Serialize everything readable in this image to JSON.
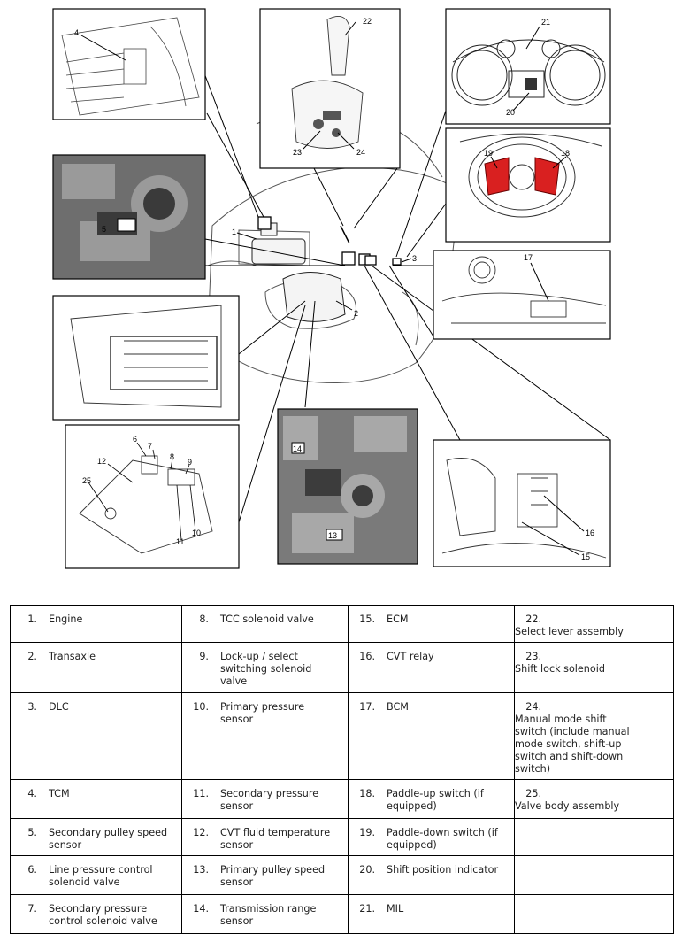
{
  "callouts": {
    "c1": "1",
    "c2": "2",
    "c3": "3",
    "c4": "4",
    "c5": "5",
    "c6": "6",
    "c7": "7",
    "c8": "8",
    "c9": "9",
    "c10": "10",
    "c11": "11",
    "c12": "12",
    "c13": "13",
    "c14": "14",
    "c15": "15",
    "c16": "16",
    "c17": "17",
    "c18": "18",
    "c19": "19",
    "c20": "20",
    "c21": "21",
    "c22": "22",
    "c23": "23",
    "c24": "24",
    "c25": "25"
  },
  "legend": {
    "rows": [
      [
        {
          "num": "1.",
          "text": "Engine"
        },
        {
          "num": "8.",
          "text": "TCC solenoid valve"
        },
        {
          "num": "15.",
          "text": "ECM"
        },
        {
          "num": "22.",
          "text": "Select lever assembly"
        }
      ],
      [
        {
          "num": "2.",
          "text": "Transaxle"
        },
        {
          "num": "9.",
          "text": "Lock-up / select switching solenoid valve"
        },
        {
          "num": "16.",
          "text": "CVT relay"
        },
        {
          "num": "23.",
          "text": "Shift lock solenoid"
        }
      ],
      [
        {
          "num": "3.",
          "text": "DLC"
        },
        {
          "num": "10.",
          "text": "Primary pressure sensor"
        },
        {
          "num": "17.",
          "text": "BCM"
        },
        {
          "num": "24.",
          "text": "Manual mode shift switch (include manual mode switch, shift-up switch and shift-down switch)"
        }
      ],
      [
        {
          "num": "4.",
          "text": "TCM"
        },
        {
          "num": "11.",
          "text": "Secondary pressure sensor"
        },
        {
          "num": "18.",
          "text": "Paddle-up switch (if equipped)"
        },
        {
          "num": "25.",
          "text": "Valve body assembly"
        }
      ],
      [
        {
          "num": "5.",
          "text": "Secondary pulley speed sensor"
        },
        {
          "num": "12.",
          "text": "CVT fluid temperature sensor"
        },
        {
          "num": "19.",
          "text": "Paddle-down switch (if equipped)"
        },
        {
          "num": "",
          "text": ""
        }
      ],
      [
        {
          "num": "6.",
          "text": "Line pressure control solenoid valve"
        },
        {
          "num": "13.",
          "text": "Primary pulley speed sensor"
        },
        {
          "num": "20.",
          "text": "Shift position indicator"
        },
        {
          "num": "",
          "text": ""
        }
      ],
      [
        {
          "num": "7.",
          "text": "Secondary pressure control solenoid valve"
        },
        {
          "num": "14.",
          "text": "Transmission range sensor"
        },
        {
          "num": "21.",
          "text": "MIL"
        },
        {
          "num": "",
          "text": ""
        }
      ]
    ]
  },
  "colors": {
    "paddle": "#d92020",
    "line": "#000000",
    "photo_dark": "#3a3a3a",
    "photo_mid": "#8a8a8a"
  }
}
